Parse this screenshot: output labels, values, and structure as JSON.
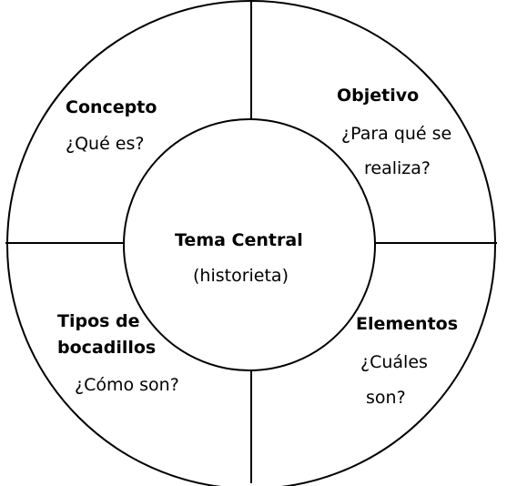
{
  "center": {
    "title": "Tema Central",
    "subtitle": "(historieta)"
  },
  "quadrants": {
    "top_left": {
      "title": "Concepto",
      "question": "¿Qué es?"
    },
    "top_right": {
      "title": "Objetivo",
      "question_line1": "¿Para qué se",
      "question_line2": "realiza?"
    },
    "bottom_left": {
      "title_line1": "Tipos de",
      "title_line2": "bocadillos",
      "question": "¿Cómo son?"
    },
    "bottom_right": {
      "title": "Elementos",
      "question_line1": "¿Cuáles",
      "question_line2": "son?"
    }
  },
  "colors": {
    "line": "#000000",
    "background": "#ffffff"
  }
}
